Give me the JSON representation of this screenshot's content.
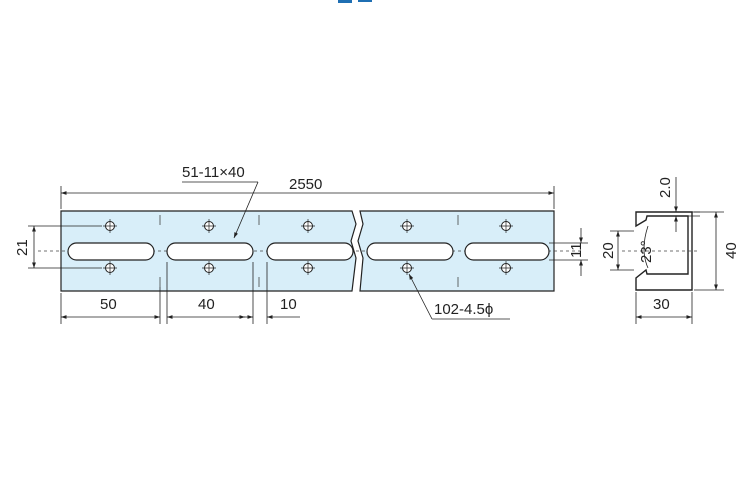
{
  "colors": {
    "bar_fill": "#d8eef9",
    "line": "#222222",
    "mark": "#1f6fb3"
  },
  "labels": {
    "total_length": "2550",
    "slot_spec": "51-11×40",
    "hole_spec": "102-4.5ϕ",
    "hole_pitch_vertical": "21",
    "edge_offset": "50",
    "slot_length": "40",
    "slot_gap": "10",
    "slot_width": "11",
    "profile_inner_height": "20",
    "profile_outer_height": "40",
    "profile_width": "30",
    "thickness": "2.0",
    "lip_angle": "23°"
  }
}
